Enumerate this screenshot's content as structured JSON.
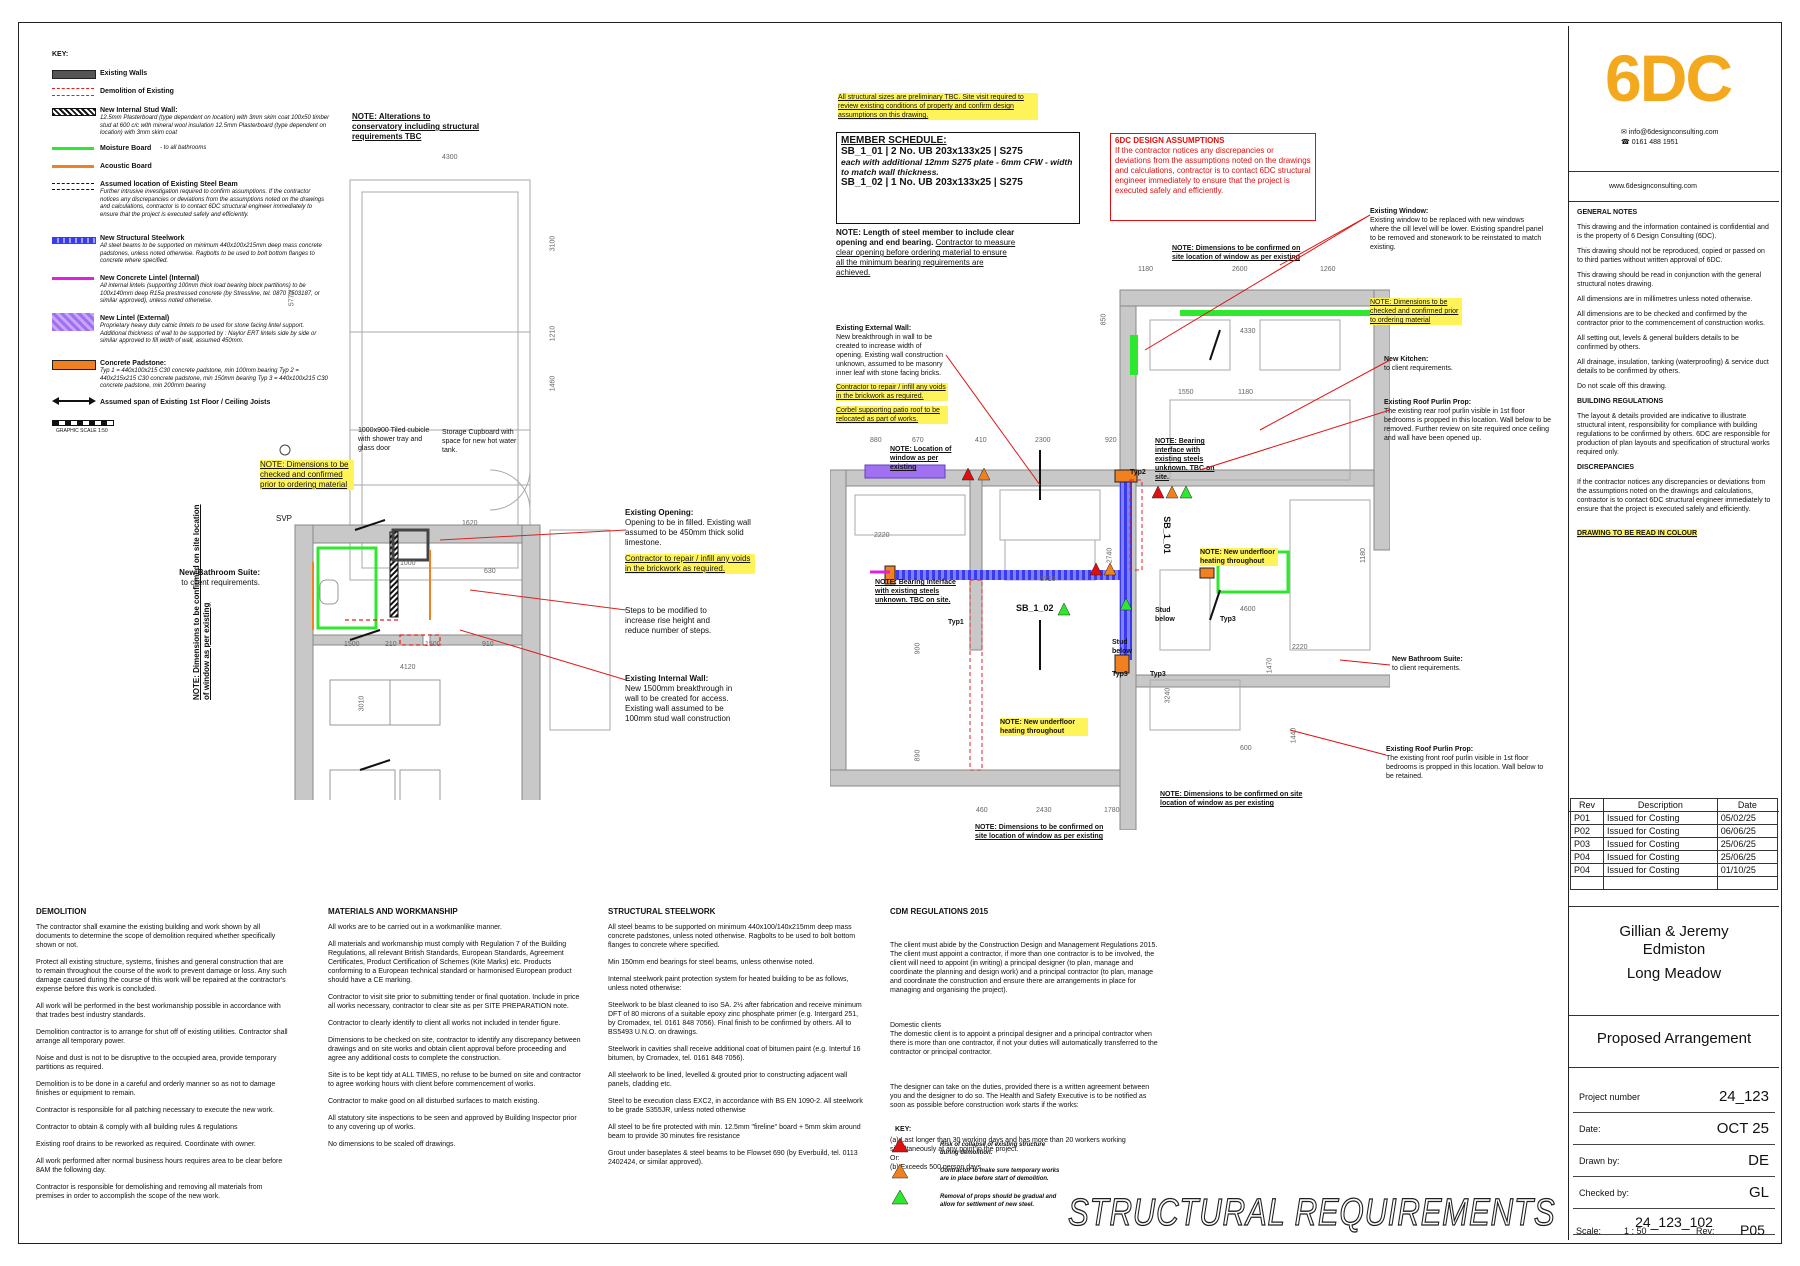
{
  "key": {
    "title": "KEY:",
    "items": [
      {
        "label": "Existing Walls",
        "desc": ""
      },
      {
        "label": "Demolition of Existing",
        "desc": ""
      },
      {
        "label": "New Internal Stud Wall:",
        "desc": "12.5mm Plasterboard (type dependent on location) with 3mm skim coat 100x50 timber stud at 600 c/c with mineral wool insulation 12.5mm Plasterboard (type dependent on location) with 3mm skim coat"
      },
      {
        "label": "Moisture Board",
        "desc": "- to all bathrooms"
      },
      {
        "label": "Acoustic Board",
        "desc": ""
      },
      {
        "label": "Assumed location of Existing Steel Beam",
        "desc": "Further intrusive investigation required to confirm assumptions. If the contractor notices any discrepancies or deviations from the assumptions noted on the drawings and calculations, contractor is to contact 6DC structural engineer immediately to ensure that the project is executed safely and efficiently."
      },
      {
        "label": "New Structural Steelwork",
        "desc": "All steel beams to be supported on minimum 440x100x215mm deep mass concrete padstones, unless noted otherwise. Ragbolts to be used to bolt bottom flanges to concrete where specified."
      },
      {
        "label": "New Concrete Lintel (Internal)",
        "desc": "All internal lintels (supporting 100mm thick load bearing block partitions) to be 100x140mm deep R15a prestressed concrete (by Stressline, tel. 0870 7503187, or similar approved), unless noted otherwise."
      },
      {
        "label": "New Lintel (External)",
        "desc": "Proprietary heavy duty catnic lintels to be used for stone facing lintel support. Additional thickness of wall to be supported by : Naylor ERT lintels side by side or similar approved to fill width of wall, assumed 450mm."
      },
      {
        "label": "Concrete Padstone:",
        "desc": "Typ 1 = 440x100x215 C30 concrete padstone, min 100mm bearing Typ 2 = 440x215x215 C30 concrete padstone, min 150mm bearing Typ 3 = 440x100x215 C30 concrete padstone, min 200mm bearing"
      },
      {
        "label": "Assumed span of Existing 1st Floor / Ceiling Joists",
        "desc": ""
      }
    ],
    "scale_label": "GRAPHIC SCALE 1:50"
  },
  "left_plan": {
    "note_alterations": "NOTE: Alterations to conservatory including structural requirements TBC",
    "note_dims": "NOTE: Dimensions to be checked and confirmed prior to ordering material",
    "cubicle": "1000x900 Tiled cubicle with shower tray and glass door",
    "storage": "Storage Cupboard with space for new hot water tank.",
    "svp": "SVP",
    "bathroom_title": "New Bathroom Suite:",
    "bathroom_desc": "to client requirements.",
    "window_note": "NOTE: Dimensions to be confirmed on site location of window as per existing",
    "opening_title": "Existing Opening:",
    "opening_desc": "Opening to be in filled. Existing wall assumed to be 450mm thick solid limestone.",
    "opening_contractor": "Contractor to repair / infill any voids in the brickwork as required.",
    "steps": "Steps to be modified to increase rise height and reduce number of steps.",
    "internal_title": "Existing Internal Wall:",
    "internal_desc": "New 1500mm breakthrough in wall to be created for access. Existing wall assumed to be 100mm stud wall construction",
    "dims": [
      "4300",
      "3100",
      "5770",
      "1210",
      "1460",
      "1620",
      "1500",
      "210",
      "1500",
      "910",
      "4120",
      "3010",
      "630",
      "1000"
    ]
  },
  "right_plan": {
    "prelim": "All structural sizes are preliminary TBC. Site visit required to review existing conditions of property and confirm design assumptions on this drawing.",
    "schedule_title": "MEMBER SCHEDULE:",
    "schedule_l1": "SB_1_01 | 2 No. UB 203x133x25 | S275",
    "schedule_l2": "each with additional 12mm S275 plate - 6mm CFW - width to match wall thickness.",
    "schedule_l3": "SB_1_02 | 1 No. UB 203x133x25 | S275",
    "steel_note": "NOTE: Length of steel member to include clear opening and end bearing.",
    "steel_note_u": "Contractor to measure clear opening before ordering material to ensure all the minimum bearing requirements are achieved.",
    "assumptions_title": "6DC DESIGN ASSUMPTIONS",
    "assumptions_body": "If the contractor notices any discrepancies or deviations from the assumptions noted on the drawings and calculations, contractor is to contact 6DC structural engineer immediately to ensure that the project is executed safely and efficiently.",
    "ext_wall_title": "Existing External Wall:",
    "ext_wall_desc": "New breakthrough in wall to be created to increase width of opening. Existing wall construction unknown, assumed to be masonry inner leaf with stone facing bricks.",
    "ext_wall_contractor": "Contractor to repair / infill any voids in the brickwork as required.",
    "corbel": "Corbel supporting patio roof to be relocated as part of works.",
    "window_title": "Existing Window:",
    "window_desc": "Existing window to be replaced with new windows where the cill level will be lower. Existing spandrel panel to be removed and stonework to be reinstated to match existing.",
    "note_dims": "NOTE: Dimensions to be checked and confirmed prior to ordering material",
    "kitchen_title": "New Kitchen:",
    "kitchen_desc": "to client requirements.",
    "purlin_rear_title": "Existing Roof Purlin Prop:",
    "purlin_rear_desc": "The existing rear roof purlin visible in 1st floor bedrooms is propped in this location. Wall below to be removed. Further review on site required once ceiling and wall have been opened up.",
    "bath_title": "New Bathroom Suite:",
    "bath_desc": "to client requirements.",
    "purlin_front_title": "Existing Roof Purlin Prop:",
    "purlin_front_desc": "The existing front roof purlin visible in 1st floor bedrooms is propped in this location. Wall below to be retained.",
    "window_loc_1": "NOTE: Dimensions to be confirmed on site location of window as per existing",
    "window_loc_2": "NOTE: Dimensions to be confirmed on site location of window as per existing",
    "window_loc_3": "NOTE: Dimensions to be confirmed on site location of window as per existing",
    "location_window": "NOTE: Location of window as per existing",
    "bearing_1": "NOTE: Bearing interface with existing steels unknown. TBC on site.",
    "bearing_2": "NOTE: Bearing interface with existing steels unknown. TBC on site.",
    "underfloor_1": "NOTE: New underfloor heating throughout",
    "underfloor_2": "NOTE: New underfloor heating throughout",
    "sb_1_01": "SB_1_01",
    "sb_1_02": "SB_1_02",
    "typ1": "Typ1",
    "typ2": "Typ2",
    "typ3a": "Typ3",
    "typ3b": "Typ3",
    "typ3c": "Typ3",
    "stud_below_1": "Stud below",
    "stud_below_2": "Stud below",
    "dims": [
      "1180",
      "2600",
      "1260",
      "4330",
      "850",
      "1550",
      "1180",
      "880",
      "670",
      "410",
      "2300",
      "920",
      "2220",
      "3710",
      "2740",
      "1180",
      "4600",
      "2220",
      "460",
      "2430",
      "1780",
      "600",
      "1440",
      "890",
      "900",
      "1470",
      "3240"
    ]
  },
  "sections": {
    "demolition": {
      "title": "DEMOLITION",
      "paras": [
        "The contractor shall examine the existing building and work shown by all documents to determine the scope of demolition required whether specifically shown or not.",
        "Protect all existing structure, systems, finishes and general construction that are to remain throughout the course of the work to prevent damage or loss. Any such damage caused during the course of this work will be repaired at the contractor's expense before this work is concluded.",
        "All work will be performed in the best workmanship possible in accordance with that trades best industry standards.",
        "Demolition contractor is to arrange for shut off of existing utilities. Contractor shall arrange all temporary power.",
        "Noise and dust is not to be disruptive to the occupied area, provide temporary partitions as required.",
        "Demolition is to be done in a careful and orderly manner so as not to damage finishes or equipment to remain.",
        "Contractor is responsible for all patching necessary to execute the new work.",
        "Contractor to obtain & comply with all building rules & regulations",
        "Existing roof drains to be reworked as required. Coordinate with owner.",
        "All work performed after normal business hours requires area to be clear before 8AM the following day.",
        "Contractor is responsible for demolishing and removing all materials from premises in order to accomplish the scope of the new work."
      ]
    },
    "materials": {
      "title": "MATERIALS AND WORKMANSHIP",
      "paras": [
        "All works are to be carried out in a workmanlike manner.",
        "All materials and workmanship must comply with Regulation 7 of the Building Regulations, all relevant British Standards, European Standards, Agreement Certificates, Product Certification of Schemes (Kite Marks) etc. Products conforming to a European technical standard or harmonised European product should have a CE marking.",
        "Contractor to visit site prior to submitting tender or final quotation. Include in price all works necessary, contractor to clear site as per SITE PREPARATION note.",
        "Contractor to clearly identify to client all works not included in tender figure.",
        "Dimensions to be checked on site, contractor to identify any discrepancy between drawings and on site works and obtain client approval before proceeding and agree any additional costs to complete the construction.",
        "Site is to be kept tidy at ALL TIMES, no refuse to be burned on site and contractor to agree working hours with client before commencement of works.",
        "Contractor to make good on all disturbed surfaces to match existing.",
        "All statutory site inspections to be seen and approved by Building Inspector prior to any covering up of works.",
        "No dimensions to be scaled off drawings."
      ]
    },
    "steelwork": {
      "title": "STRUCTURAL STEELWORK",
      "paras": [
        "All steel beams to be supported on minimum 440x100/140x215mm deep mass concrete padstones, unless noted otherwise. Ragbolts to be used to bolt bottom flanges to concrete where specified.",
        "Min 150mm end bearings for steel beams, unless otherwise noted.",
        "Internal steelwork paint protection system for heated building to be as follows, unless noted otherwise:",
        "Steelwork to be blast cleaned to iso SA. 2½ after fabrication and receive minimum DFT of 80 microns of a suitable epoxy zinc phosphate primer (e.g. Intergard 251, by Cromadex, tel. 0161 848 7056). Final finish to be confirmed by others. All to BS5493 U.N.O. on drawings.",
        "Steelwork in cavities shall receive additional coat of bitumen paint (e.g. Intertuf 16 bitumen, by Cromadex, tel. 0161 848 7056).",
        "All steelwork to be lined, levelled & grouted prior to constructing adjacent wall panels, cladding etc.",
        "Steel to be execution class EXC2, in accordance with BS EN 1090-2. All steelwork to be grade S355JR, unless noted otherwise",
        "All steel to be fire protected with min. 12.5mm \"fireline\" board + 5mm skim around beam to provide 30 minutes fire resistance",
        "Grout under baseplates & steel beams to be Flowset 690 (by Everbuild, tel. 0113 2402424, or similar approved)."
      ]
    },
    "cdm": {
      "title": "CDM REGULATIONS 2015",
      "paras": [
        "The client must abide by the Construction Design and Management Regulations 2015. The client must appoint a contractor, if more than one contractor is to be involved, the client will need to appoint (in writing) a principal designer (to plan, manage and coordinate the planning and design work) and a principal contractor (to plan, manage and coordinate the construction and ensure there are arrangements in place for managing and organising the project).",
        "Domestic clients\nThe domestic client is to appoint a principal designer and a principal contractor when there is more than one contractor, if not your duties will automatically transferred to the contractor or principal contractor.",
        "The designer can take on the duties, provided there is a written agreement between you and the designer to do so. The Health and Safety Executive is to be notified as soon as possible before construction work starts if the works:",
        "(a) Last longer than 30 working days and has more than 20 workers working simultaneously at any point in the project.\nOr:\n(b) Exceeds 500 person days."
      ],
      "key_title": "KEY:",
      "key_items": [
        "Risk of collapse of existing structure during demolition.",
        "Contractor to make sure temporary works are in place before start of demolition.",
        "Removal of props should be gradual and allow for settlement of new steel."
      ]
    }
  },
  "big_title": "STRUCTURAL REQUIREMENTS",
  "title_block": {
    "logo_text": "6DC",
    "email": "info@6designconsulting.com",
    "phone": "0161 488 1951",
    "website": "www.6designconsulting.com",
    "general_notes_title": "GENERAL NOTES",
    "general_notes": [
      "This drawing and the information contained is confidential and is the property of 6 Design Consulting (6DC).",
      "This drawing should not be reproduced, copied or passed on to third parties without written approval of 6DC.",
      "This drawing should be read in conjunction with the general structural notes drawing.",
      "All dimensions are in millimetres unless noted otherwise.",
      "All dimensions are to be checked and confirmed by the contractor prior to the commencement of construction works.",
      "All setting out, levels & general builders details to be confirmed by others.",
      "All drainage, insulation, tanking (waterproofing) & service duct details to be confirmed by others.",
      "Do not scale off this drawing."
    ],
    "building_regs_title": "BUILDING REGULATIONS",
    "building_regs": "The layout & details provided are indicative to illustrate structural intent, responsibility for compliance with building regulations to be confirmed by others. 6DC are responsible for production of plan layouts and specification of structural works required only.",
    "discrepancies_title": "DISCREPANCIES",
    "discrepancies": "If the contractor notices any discrepancies or deviations from the assumptions noted on the drawings and calculations, contractor is to contact 6DC structural engineer immediately to ensure that the project is executed safely and efficiently.",
    "colour_note": "DRAWING TO BE READ IN COLOUR",
    "rev_headers": [
      "Rev",
      "Description",
      "Date"
    ],
    "revisions": [
      [
        "P01",
        "Issued for Costing",
        "05/02/25"
      ],
      [
        "P02",
        "Issued for Costing",
        "06/06/25"
      ],
      [
        "P03",
        "Issued for Costing",
        "25/06/25"
      ],
      [
        "P04",
        "Issued for Costing",
        "25/06/25"
      ],
      [
        "P04",
        "Issued for Costing",
        "01/10/25"
      ]
    ],
    "client_line1": "Gillian & Jeremy",
    "client_line2": "Edmiston",
    "site": "Long Meadow",
    "drawing_title": "Proposed Arrangement",
    "project_number_label": "Project number",
    "project_number": "24_123",
    "date_label": "Date:",
    "date": "OCT 25",
    "drawn_label": "Drawn by:",
    "drawn": "DE",
    "checked_label": "Checked by:",
    "checked": "GL",
    "drawing_number": "24_123_102",
    "scale_label": "Scale:",
    "scale": "1 : 50",
    "rev_label": "Rev:",
    "rev": "P05"
  },
  "colors": {
    "logo": "#f4a81d",
    "steel": "#3a3af0",
    "moisture": "#2ee82e",
    "acoustic": "#f08020",
    "lintel_int": "#e020e0",
    "lintel_ext": "#a070f0",
    "highlight": "#fff35a",
    "red": "#e01010"
  }
}
